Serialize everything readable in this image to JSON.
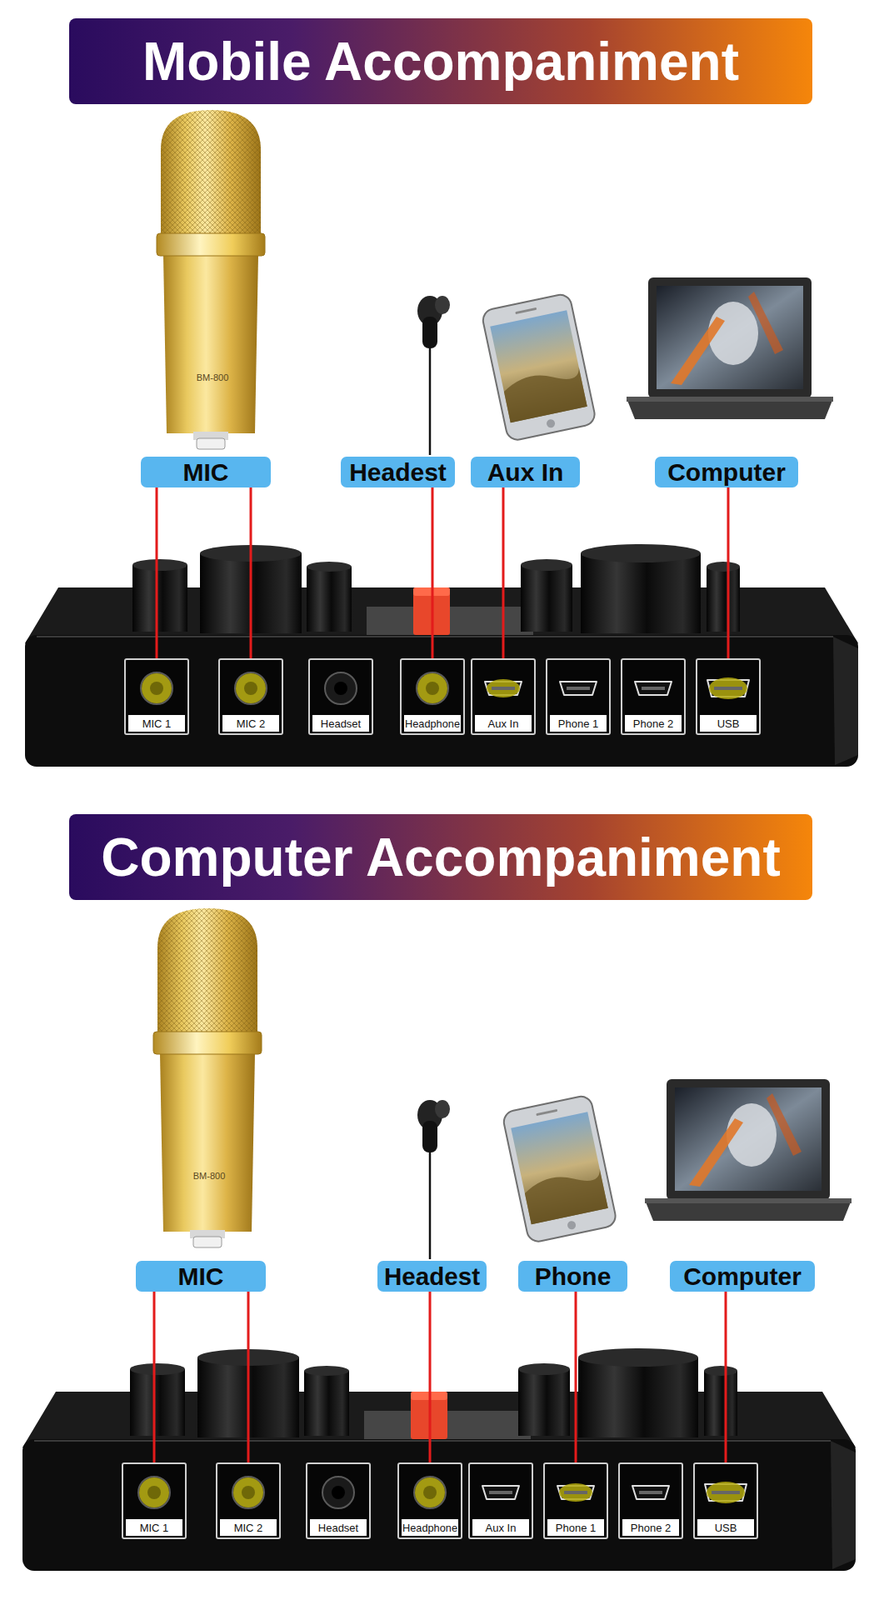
{
  "diagram": {
    "nodes": [
      {
        "text": [
          "Mobile Accompaniment"
        ]
      },
      {
        "text": [
          "MIC"
        ]
      },
      {
        "text": [
          "Headest"
        ]
      },
      {
        "text": [
          "Aux In"
        ]
      },
      {
        "text": [
          "Computer"
        ]
      },
      {
        "text": [
          "MIC 1"
        ]
      },
      {
        "text": [
          "MIC 2"
        ]
      },
      {
        "text": [
          "Headset"
        ]
      },
      {
        "text": [
          "Headphone"
        ]
      },
      {
        "text": [
          "Aux In"
        ]
      },
      {
        "text": [
          "Phone 1"
        ]
      },
      {
        "text": [
          "Phone 2"
        ]
      },
      {
        "text": [
          "USB"
        ]
      },
      {
        "text": [
          "Computer Accompaniment"
        ]
      },
      {
        "text": [
          "MIC"
        ]
      },
      {
        "text": [
          "Headest"
        ]
      },
      {
        "text": [
          "Phone"
        ]
      },
      {
        "text": [
          "Computer"
        ]
      },
      {
        "text": [
          "MIC 1"
        ]
      },
      {
        "text": [
          "MIC 2"
        ]
      },
      {
        "text": [
          "Headset"
        ]
      },
      {
        "text": [
          "Headphone"
        ]
      },
      {
        "text": [
          "Aux In"
        ]
      },
      {
        "text": [
          "Phone 1"
        ]
      },
      {
        "text": [
          "Phone 2"
        ]
      },
      {
        "text": [
          "USB"
        ]
      }
    ],
    "edges": [
      {
        "from": 1,
        "to": 5,
        "arrow": "none"
      },
      {
        "from": 1,
        "to": 6,
        "arrow": "none"
      },
      {
        "from": 2,
        "to": 8,
        "arrow": "none"
      },
      {
        "from": 3,
        "to": 9,
        "arrow": "none"
      },
      {
        "from": 4,
        "to": 12,
        "arrow": "none"
      },
      {
        "from": 14,
        "to": 18,
        "arrow": "none"
      },
      {
        "from": 14,
        "to": 19,
        "arrow": "none"
      },
      {
        "from": 15,
        "to": 21,
        "arrow": "none"
      },
      {
        "from": 16,
        "to": 23,
        "arrow": "none"
      },
      {
        "from": 17,
        "to": 25,
        "arrow": "none"
      }
    ],
    "labels": [
      "BM-800",
      "BM-800"
    ]
  }
}
